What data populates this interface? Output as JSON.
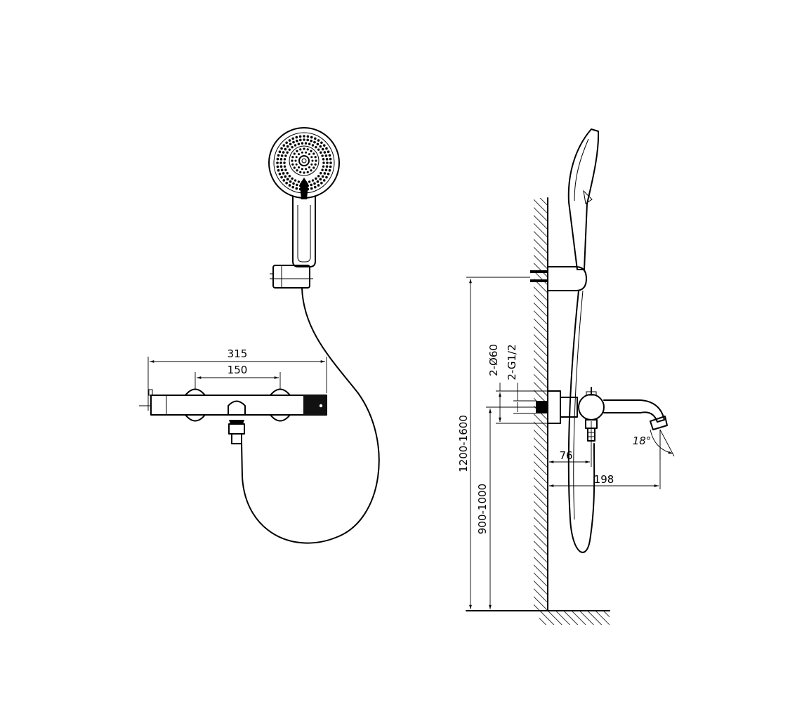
{
  "dimensions": {
    "width_315": "315",
    "centers_150": "150",
    "inlets": "2-Ø60",
    "thread": "2-G1/2",
    "height_total": "1200-1600",
    "height_mixer": "900-1000",
    "projection_76": "76",
    "spout_198": "198",
    "angle": "18°"
  },
  "colors": {
    "line": "#000000",
    "background": "#ffffff"
  }
}
